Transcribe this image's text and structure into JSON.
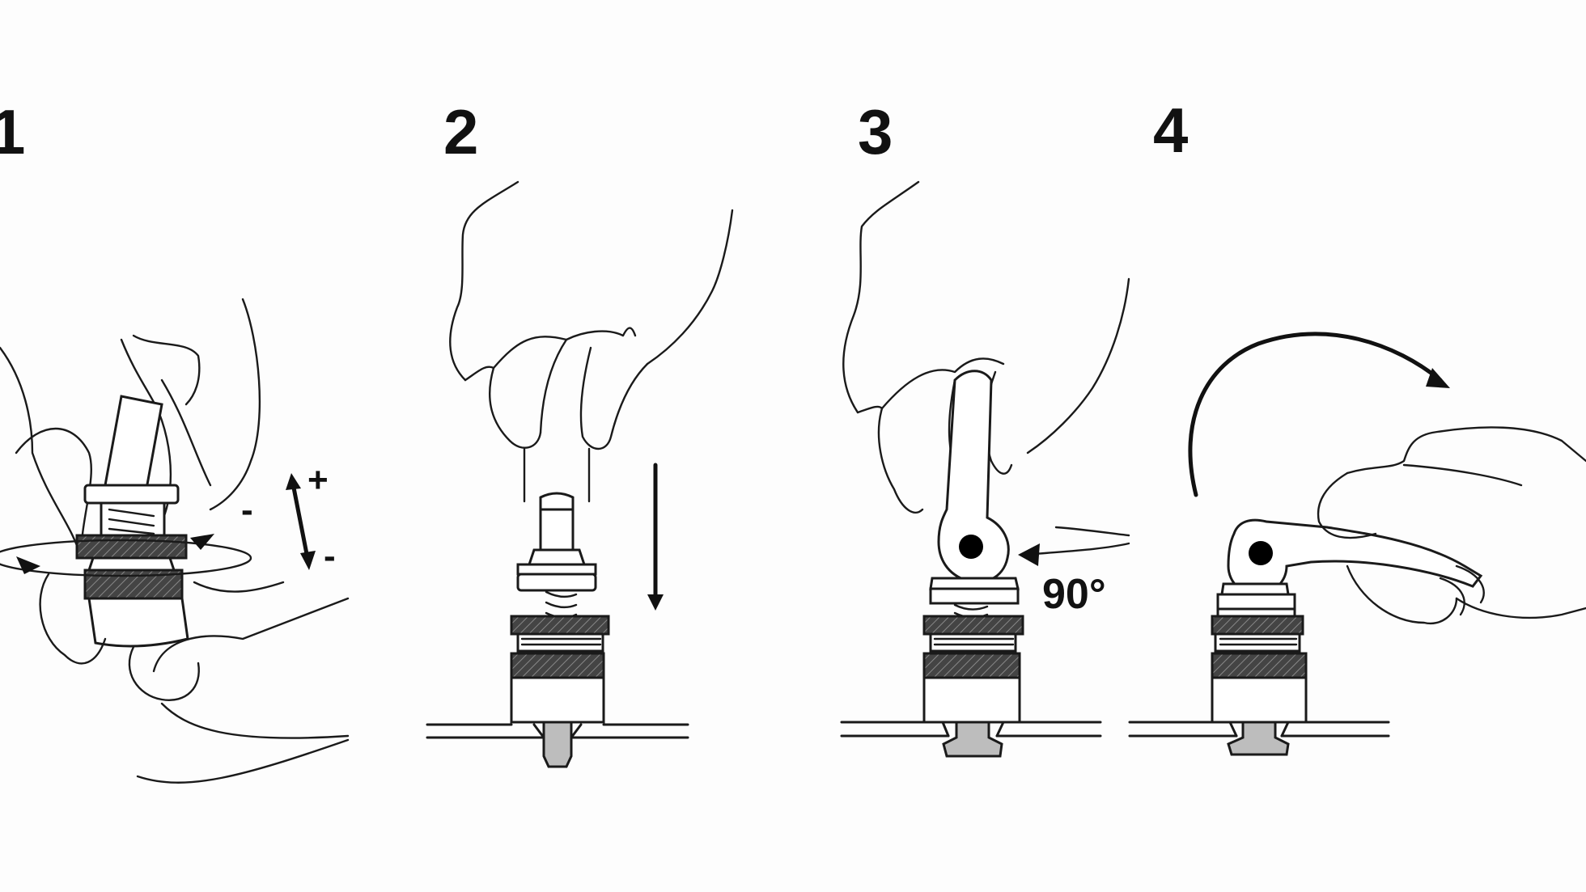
{
  "steps": [
    {
      "number": "1"
    },
    {
      "number": "2"
    },
    {
      "number": "3"
    },
    {
      "number": "4"
    }
  ],
  "annotations": {
    "plus": "+",
    "minus_left": "-",
    "minus_bottom": "-",
    "angle": "90°"
  }
}
